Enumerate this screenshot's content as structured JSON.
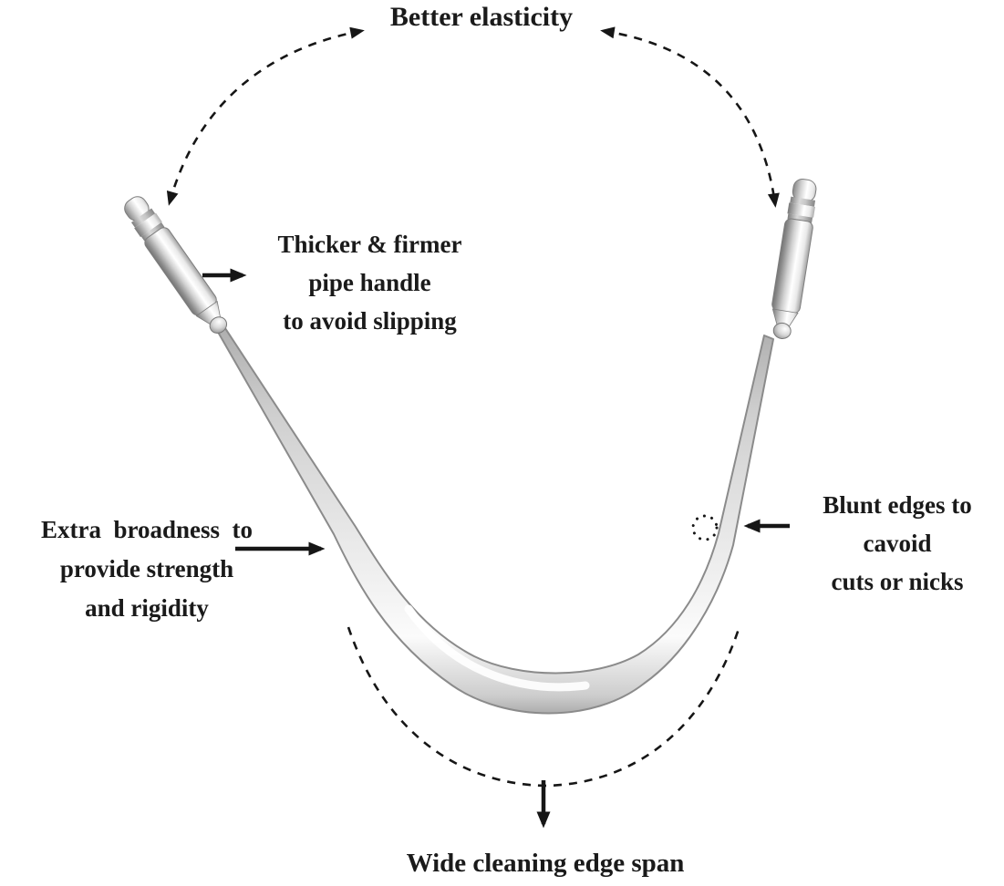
{
  "figure": {
    "depicts": "metal-tongue-cleaner",
    "background": "#ffffff"
  },
  "labels": {
    "better_elasticity": {
      "text": "Better elasticity"
    },
    "pipe_handle": {
      "lines": [
        "Thicker & firmer",
        "pipe handle",
        "to avoid slipping"
      ]
    },
    "extra_broadness": {
      "lines": [
        "Extra  broadness  to",
        "provide strength",
        "and rigidity"
      ]
    },
    "blunt_edges": {
      "lines": [
        "Blunt edges to",
        "cavoid",
        "cuts or nicks"
      ]
    },
    "wide_edge": {
      "text": "Wide cleaning edge span"
    }
  },
  "colors": {
    "text": "#1a1a1a",
    "arrow": "#161616",
    "metal_highlight": "#ffffff",
    "metal_mid": "#d2d2d2",
    "metal_dark": "#7a7a7a",
    "metal_outline": "#8b8b8b"
  }
}
